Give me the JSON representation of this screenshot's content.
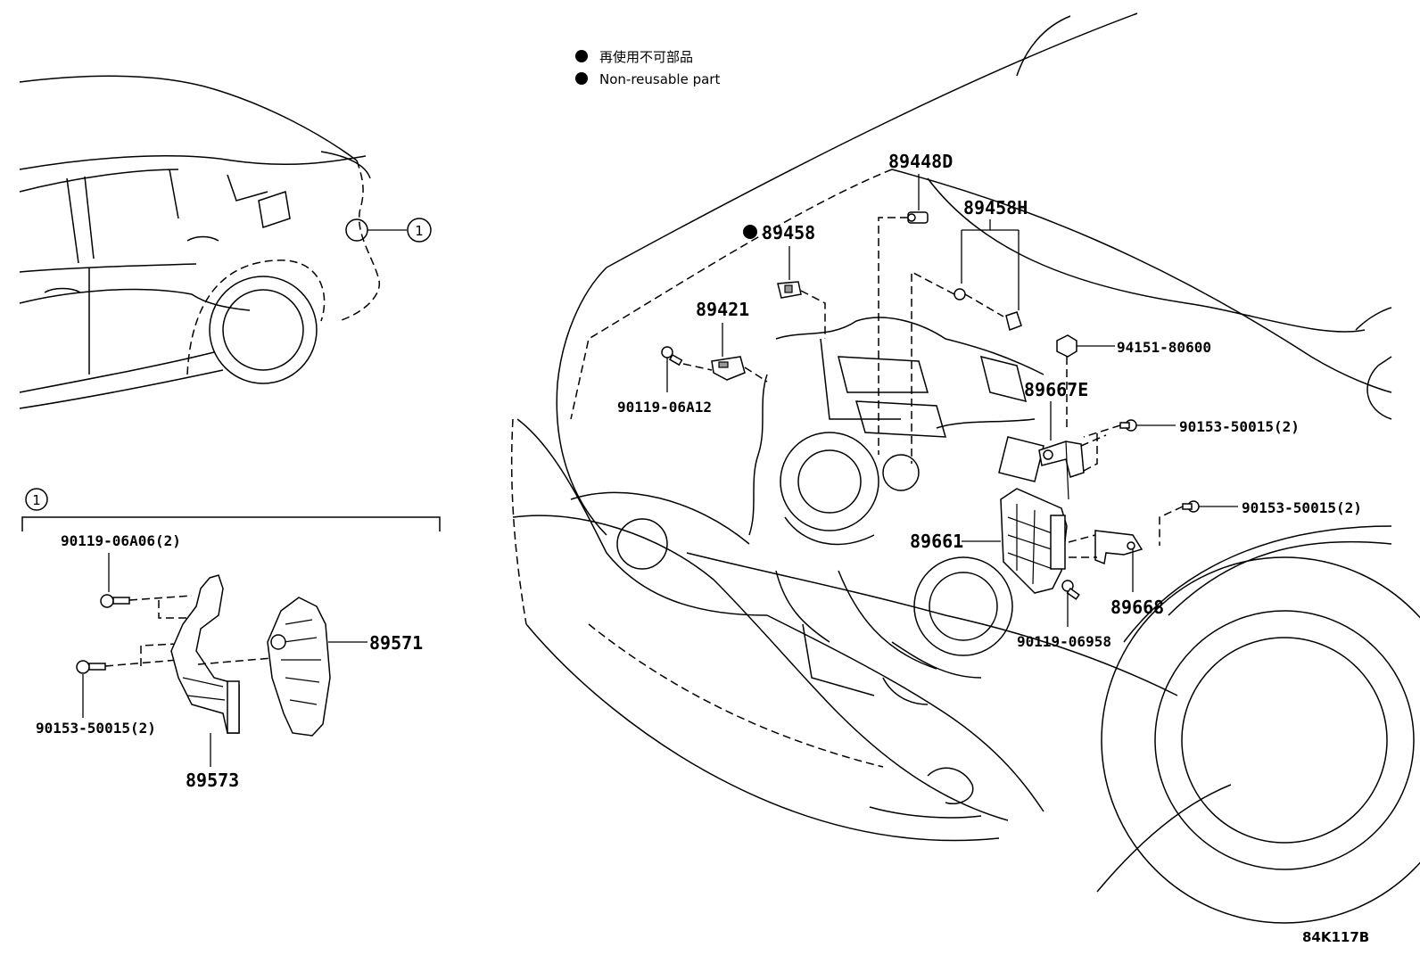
{
  "legend": {
    "jp": "再使用不可部品",
    "en": "Non-reusable part"
  },
  "callout_ref": "1",
  "inset": {
    "ref": "1",
    "labels": {
      "bolt_top": "90119-06A06(2)",
      "bolt_bottom": "90153-50015(2)",
      "module": "89571",
      "bracket": "89573"
    }
  },
  "main": {
    "labels": {
      "p89448D": "89448D",
      "p89458H": "89458H",
      "p89458": "89458",
      "p89421": "89421",
      "p90119_06A12": "90119-06A12",
      "p94151": "94151-80600",
      "p89667E": "89667E",
      "p90153_a": "90153-50015(2)",
      "p90153_b": "90153-50015(2)",
      "p89661": "89661",
      "p90119_06958": "90119-06958",
      "p89668": "89668"
    }
  },
  "diagram_code": "84K117B"
}
